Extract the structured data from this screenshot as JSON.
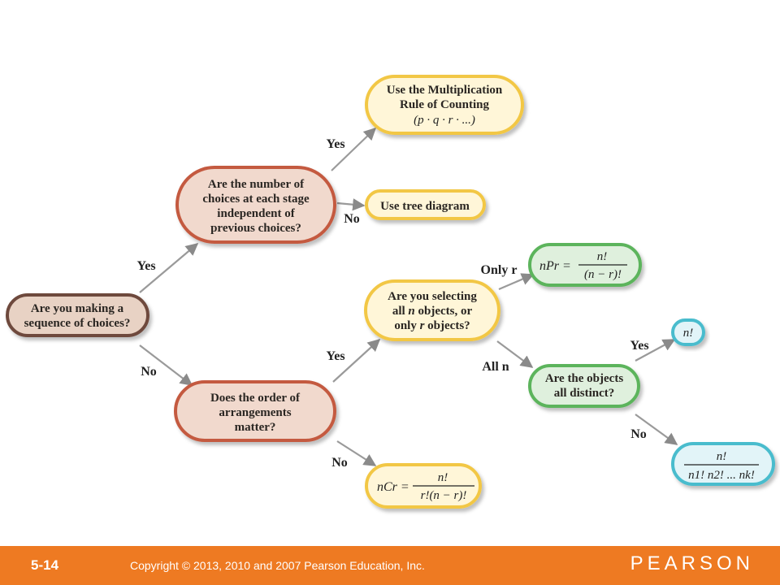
{
  "colors": {
    "brown_fill": "#e8d2c4",
    "brown_stroke": "#6e4a3c",
    "red_fill": "#f1d9cd",
    "red_stroke": "#c45a40",
    "yellow_fill": "#fff6d8",
    "yellow_stroke": "#f2c744",
    "green_fill": "#dff0dd",
    "green_stroke": "#5cb45b",
    "cyan_fill": "#e2f4f8",
    "cyan_stroke": "#48bccd",
    "footer": "#ee7a22"
  },
  "nodes": {
    "start": [
      "Are you making a",
      "sequence of choices?"
    ],
    "independent": [
      "Are the number of",
      "choices at each stage",
      "independent of",
      "previous choices?"
    ],
    "order": [
      "Does the order of",
      "arrangements",
      "matter?"
    ],
    "multiplication": [
      "Use the Multiplication",
      "Rule of Counting"
    ],
    "multiplication_formula": "(p · q · r · ...)",
    "tree": "Use tree diagram",
    "selecting_1": "Are you selecting",
    "selecting_2a": "all ",
    "selecting_2n": "n",
    "selecting_2b": " objects, or",
    "selecting_3a": "only ",
    "selecting_3r": "r",
    "selecting_3b": " objects?",
    "distinct": [
      "Are the objects",
      "all distinct?"
    ],
    "permutation": {
      "lhs": "nPr =",
      "numerator": "n!",
      "denominator": "(n − r)!"
    },
    "combination": {
      "lhs": "nCr =",
      "numerator": "n!",
      "denominator": "r!(n − r)!"
    },
    "factorial": "n!",
    "multinomial": {
      "numerator": "n!",
      "denominator": "n1! n2! ... nk!"
    }
  },
  "edges": {
    "start_yes": "Yes",
    "start_no": "No",
    "independent_yes": "Yes",
    "independent_no": "No",
    "order_yes": "Yes",
    "order_no": "No",
    "only_r": "Only r",
    "all_n": "All n",
    "distinct_yes": "Yes",
    "distinct_no": "No"
  },
  "footer": {
    "slide_number": "5-14",
    "copyright": "Copyright © 2013, 2010 and 2007 Pearson Education, Inc.",
    "brand": "PEARSON"
  }
}
